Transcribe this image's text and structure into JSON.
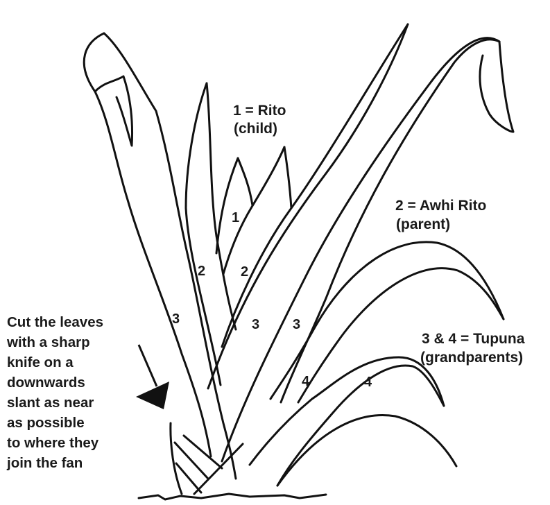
{
  "labels": {
    "rito": [
      "1 = Rito",
      "(child)"
    ],
    "awhi_rito": [
      "2 = Awhi Rito",
      "(parent)"
    ],
    "tupuna": [
      "3 & 4 = Tupuna",
      "(grandparents)"
    ]
  },
  "leaf_numbers": [
    "1",
    "2",
    "2",
    "3",
    "3",
    "3",
    "4",
    "4"
  ],
  "instruction_lines": [
    "Cut the leaves",
    "with a sharp",
    "knife on a",
    "downwards",
    "slant as near",
    "as possible",
    "to where they",
    "join the fan"
  ],
  "colors": {
    "ink": "#111111",
    "background": "#ffffff"
  }
}
